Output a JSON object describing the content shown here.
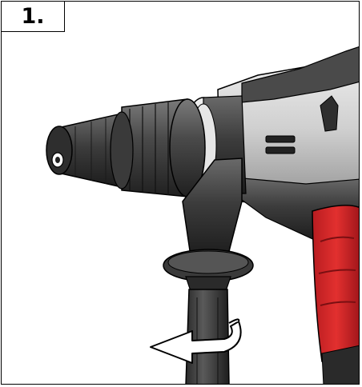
{
  "step": {
    "number": "1."
  },
  "illustration": {
    "subject": "rotary-hammer-side-handle",
    "arrow_direction": "counter-clockwise",
    "colors": {
      "housing_dark": "#3a3a3a",
      "housing_silver": "#c9c9c9",
      "accent_red": "#d8262a",
      "arrow_fill": "#ffffff",
      "outline": "#000000"
    }
  }
}
